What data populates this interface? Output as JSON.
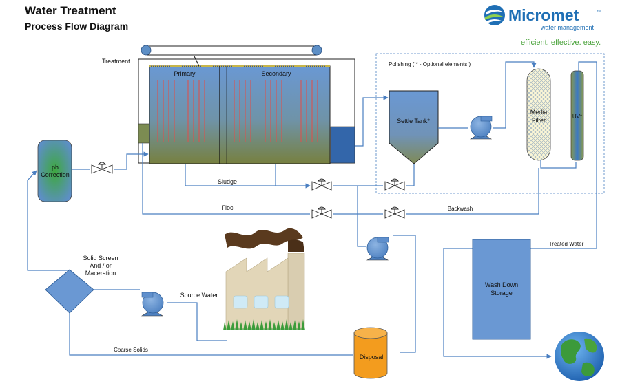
{
  "header": {
    "title": "Water Treatment",
    "subtitle": "Process Flow Diagram"
  },
  "brand": {
    "name": "Micromet",
    "tm": "™",
    "division": "water management",
    "tagline": "efficient. effective. easy.",
    "colors": {
      "blue": "#1f6fb5",
      "green": "#4aa33b"
    }
  },
  "labels": {
    "treatment": "Treatment",
    "primary": "Primary",
    "secondary": "Secondary",
    "polishing": "Polishing ( * - Optional elements )",
    "settle_tank": "Settle Tank*",
    "media_filter_1": "Media",
    "media_filter_2": "Filter",
    "uv": "UV*",
    "ph_1": "ph",
    "ph_2": "Correction",
    "sludge": "Sludge",
    "floc": "Floc",
    "backwash": "Backwash",
    "treated_water": "Treated Water",
    "solid_screen_1": "Solid Screen",
    "solid_screen_2": "And / or",
    "solid_screen_3": "Maceration",
    "source_water": "Source Water",
    "wash_down_1": "Wash Down",
    "wash_down_2": "Storage",
    "coarse_solids": "Coarse Solids",
    "disposal": "Disposal"
  },
  "colors": {
    "pipe": "#4a7fc1",
    "tank_blue": "#6a98d3",
    "tank_green": "#7a8a4a",
    "membrane": "#d9534f",
    "disposal_orange": "#f39c1e",
    "smoke": "#5a3a1e"
  }
}
